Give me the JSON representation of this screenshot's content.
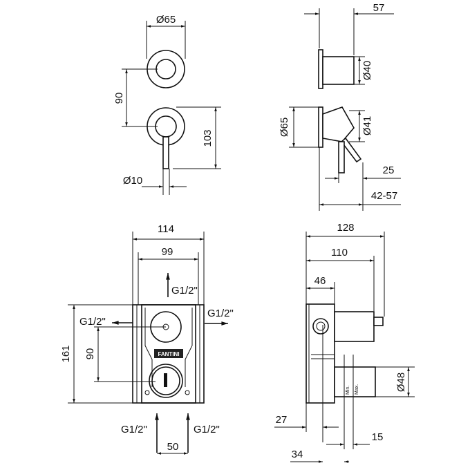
{
  "front_view": {
    "diameter_top": "Ø65",
    "spacing": "90",
    "height": "103",
    "lever_diameter": "Ø10"
  },
  "side_view": {
    "depth_top": "57",
    "diameter_upper": "Ø40",
    "diameter_plate": "Ø65",
    "diameter_lower": "Ø41",
    "lever_offset": "25",
    "depth_range": "42-57"
  },
  "body_front": {
    "width_outer": "114",
    "width_inner": "99",
    "height": "161",
    "spacing": "90",
    "inlet_spacing": "50",
    "logo": "FANTINI",
    "connections": {
      "top": "G1/2\"",
      "left": "G1/2\"",
      "right": "G1/2\"",
      "bottom_left": "G1/2\"",
      "bottom_right": "G1/2\""
    }
  },
  "body_side": {
    "depth_total": "128",
    "depth_cylinder": "110",
    "depth_box": "46",
    "diameter_lower": "Ø48",
    "min_label": "Min.",
    "max_label": "Max.",
    "dim_27": "27",
    "dim_15": "15",
    "dim_34": "34"
  }
}
